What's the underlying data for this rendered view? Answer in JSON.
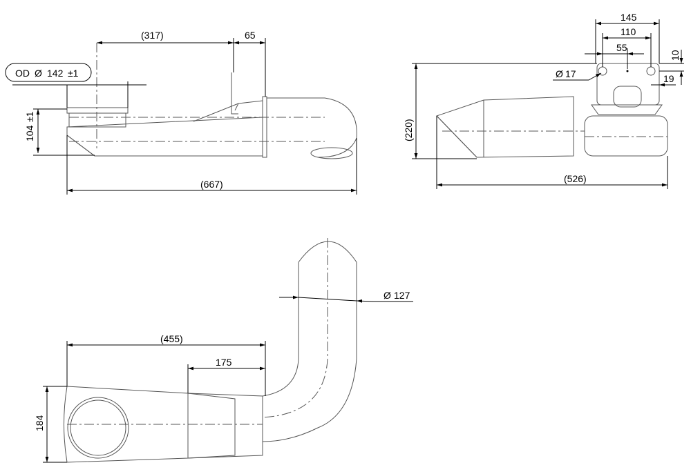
{
  "dimensions": {
    "top_center_dist": "(317)",
    "top_flange": "65",
    "od_callout": "OD",
    "od_symbol": "Ø",
    "od_value": "142",
    "od_tol": "±1",
    "height_104": "104",
    "height_104_tol": "±1",
    "overall_length": "(667)",
    "right_145": "145",
    "right_110": "110",
    "right_55": "55",
    "right_10": "10",
    "right_hole_symbol": "Ø",
    "right_hole": "17",
    "right_19": "19",
    "right_height": "(220)",
    "right_length": "(526)",
    "bottom_455": "(455)",
    "bottom_175": "175",
    "bottom_dia_symbol": "Ø",
    "bottom_dia": "127",
    "bottom_184": "184"
  }
}
